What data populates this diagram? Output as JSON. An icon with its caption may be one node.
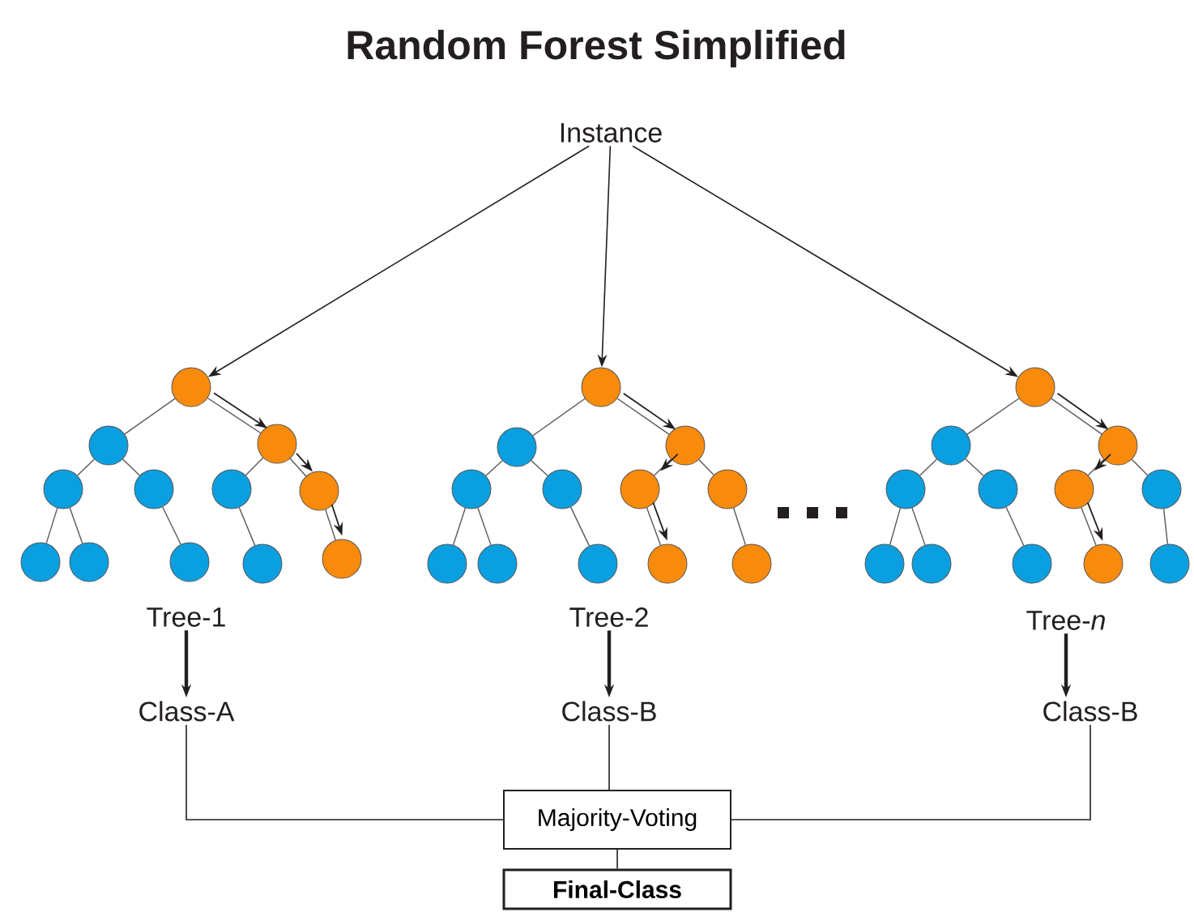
{
  "diagram": {
    "title": "Random Forest Simplified",
    "nodes": [
      {
        "text": [
          "Instance"
        ]
      },
      {
        "text": [],
        "shape": "circle"
      },
      {
        "text": [],
        "shape": "circle"
      },
      {
        "text": [],
        "shape": "circle"
      },
      {
        "text": [],
        "shape": "circle"
      },
      {
        "text": [],
        "shape": "circle"
      },
      {
        "text": [],
        "shape": "circle"
      },
      {
        "text": [],
        "shape": "circle"
      },
      {
        "text": [],
        "shape": "circle"
      },
      {
        "text": [],
        "shape": "circle"
      },
      {
        "text": [],
        "shape": "circle"
      },
      {
        "text": [],
        "shape": "circle"
      },
      {
        "text": [],
        "shape": "circle"
      },
      {
        "text": [],
        "shape": "circle"
      },
      {
        "text": [],
        "shape": "circle"
      },
      {
        "text": [],
        "shape": "circle"
      },
      {
        "text": [],
        "shape": "circle"
      },
      {
        "text": [],
        "shape": "circle"
      },
      {
        "text": [],
        "shape": "circle"
      },
      {
        "text": [],
        "shape": "circle"
      },
      {
        "text": [],
        "shape": "circle"
      },
      {
        "text": [],
        "shape": "circle"
      },
      {
        "text": [],
        "shape": "circle"
      },
      {
        "text": [],
        "shape": "circle"
      },
      {
        "text": [],
        "shape": "circle"
      },
      {
        "text": [],
        "shape": "circle"
      },
      {
        "text": [],
        "shape": "circle"
      },
      {
        "text": [],
        "shape": "circle"
      },
      {
        "text": [],
        "shape": "circle"
      },
      {
        "text": [],
        "shape": "circle"
      },
      {
        "text": [],
        "shape": "circle"
      },
      {
        "text": [],
        "shape": "circle"
      },
      {
        "text": [],
        "shape": "circle"
      },
      {
        "text": [],
        "shape": "circle"
      },
      {
        "text": [],
        "shape": "circle"
      },
      {
        "text": [],
        "shape": "circle"
      },
      {
        "text": [],
        "shape": "circle"
      },
      {
        "text": [
          "Tree-1"
        ]
      },
      {
        "text": [
          "Tree-2"
        ]
      },
      {
        "text": [
          "Tree-*n*"
        ]
      },
      {
        "text": [
          "Class-A"
        ]
      },
      {
        "text": [
          "Class-B"
        ]
      },
      {
        "text": [
          "Class-B"
        ]
      },
      {
        "text": [
          "Majority-Voting"
        ]
      },
      {
        "text": [
          "Final-Class"
        ]
      }
    ],
    "edges": [
      {
        "from": 0,
        "to": 1,
        "arrow": "to"
      },
      {
        "from": 0,
        "to": 13,
        "arrow": "to"
      },
      {
        "from": 0,
        "to": 25,
        "arrow": "to"
      },
      {
        "from": 1,
        "to": 2,
        "arrow": "none"
      },
      {
        "from": 1,
        "to": 3,
        "arrow": "none"
      },
      {
        "from": 2,
        "to": 4,
        "arrow": "none"
      },
      {
        "from": 2,
        "to": 5,
        "arrow": "none"
      },
      {
        "from": 3,
        "to": 6,
        "arrow": "none"
      },
      {
        "from": 3,
        "to": 7,
        "arrow": "none"
      },
      {
        "from": 4,
        "to": 8,
        "arrow": "none"
      },
      {
        "from": 4,
        "to": 9,
        "arrow": "none"
      },
      {
        "from": 5,
        "to": 10,
        "arrow": "none"
      },
      {
        "from": 6,
        "to": 11,
        "arrow": "none"
      },
      {
        "from": 7,
        "to": 12,
        "arrow": "none"
      },
      {
        "from": 13,
        "to": 14,
        "arrow": "none"
      },
      {
        "from": 13,
        "to": 15,
        "arrow": "none"
      },
      {
        "from": 14,
        "to": 16,
        "arrow": "none"
      },
      {
        "from": 14,
        "to": 17,
        "arrow": "none"
      },
      {
        "from": 15,
        "to": 18,
        "arrow": "none"
      },
      {
        "from": 15,
        "to": 19,
        "arrow": "none"
      },
      {
        "from": 16,
        "to": 20,
        "arrow": "none"
      },
      {
        "from": 16,
        "to": 21,
        "arrow": "none"
      },
      {
        "from": 17,
        "to": 22,
        "arrow": "none"
      },
      {
        "from": 18,
        "to": 23,
        "arrow": "none"
      },
      {
        "from": 19,
        "to": 24,
        "arrow": "none"
      },
      {
        "from": 25,
        "to": 26,
        "arrow": "none"
      },
      {
        "from": 25,
        "to": 27,
        "arrow": "none"
      },
      {
        "from": 26,
        "to": 28,
        "arrow": "none"
      },
      {
        "from": 26,
        "to": 29,
        "arrow": "none"
      },
      {
        "from": 27,
        "to": 30,
        "arrow": "none"
      },
      {
        "from": 27,
        "to": 31,
        "arrow": "none"
      },
      {
        "from": 28,
        "to": 32,
        "arrow": "none"
      },
      {
        "from": 28,
        "to": 33,
        "arrow": "none"
      },
      {
        "from": 29,
        "to": 34,
        "arrow": "none"
      },
      {
        "from": 30,
        "to": 35,
        "arrow": "none"
      },
      {
        "from": 31,
        "to": 36,
        "arrow": "none"
      },
      {
        "from": 37,
        "to": 40,
        "arrow": "to",
        "style": "thick"
      },
      {
        "from": 38,
        "to": 41,
        "arrow": "to",
        "style": "thick"
      },
      {
        "from": 39,
        "to": 42,
        "arrow": "to",
        "style": "thick"
      },
      {
        "from": 40,
        "to": 43,
        "arrow": "none"
      },
      {
        "from": 41,
        "to": 43,
        "arrow": "none"
      },
      {
        "from": 42,
        "to": 43,
        "arrow": "none"
      },
      {
        "from": 43,
        "to": 44,
        "arrow": "none"
      },
      {
        "from": 1,
        "to": 3,
        "arrow": "to"
      },
      {
        "from": 3,
        "to": 7,
        "arrow": "to"
      },
      {
        "from": 7,
        "to": 12,
        "arrow": "to"
      },
      {
        "from": 13,
        "to": 15,
        "arrow": "to"
      },
      {
        "from": 15,
        "to": 18,
        "arrow": "to"
      },
      {
        "from": 18,
        "to": 23,
        "arrow": "to"
      },
      {
        "from": 25,
        "to": 27,
        "arrow": "to"
      },
      {
        "from": 27,
        "to": 30,
        "arrow": "to"
      },
      {
        "from": 30,
        "to": 35,
        "arrow": "to"
      }
    ]
  }
}
